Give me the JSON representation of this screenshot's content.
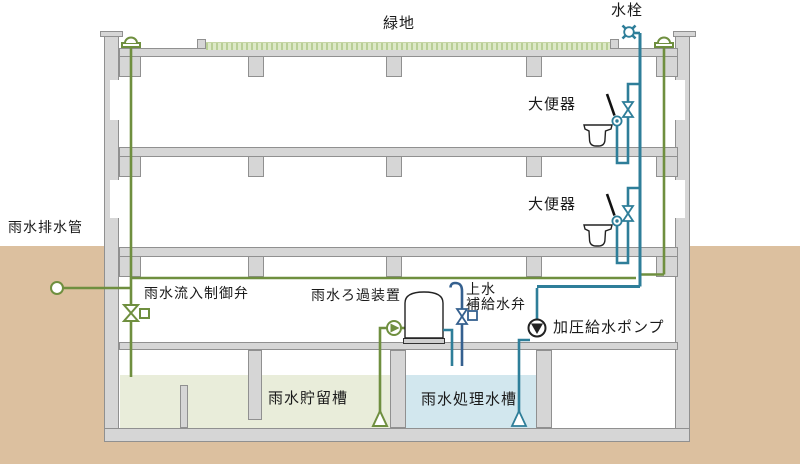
{
  "diagram": {
    "labels": {
      "greenery": "緑地",
      "faucet": "水栓",
      "toilet_upper": "大便器",
      "toilet_lower": "大便器",
      "rain_drain_pipe": "雨水排水管",
      "inflow_control_valve": "雨水流入制御弁",
      "filter_unit": "雨水ろ過装置",
      "makeup_line1": "上水",
      "makeup_line2": "補給水弁",
      "pressure_pump": "加圧給水ポンプ",
      "storage_tank": "雨水貯留槽",
      "treatment_tank": "雨水処理水槽"
    }
  },
  "palette": {
    "rainwater_pipe_green": "#6f8f3f",
    "supply_pipe_teal": "#2e7e99",
    "city_water_blue": "#35608f",
    "ground_tan": "#dcc09f",
    "structure_gray": "#d6d6d6",
    "structure_outline": "#909090",
    "storage_water": "#e9edda",
    "treatment_water": "#d2e7ee",
    "greenery_fill": "#dde9c8",
    "greenery_hatch": "#b9cf97",
    "text": "#1a1a1a"
  }
}
